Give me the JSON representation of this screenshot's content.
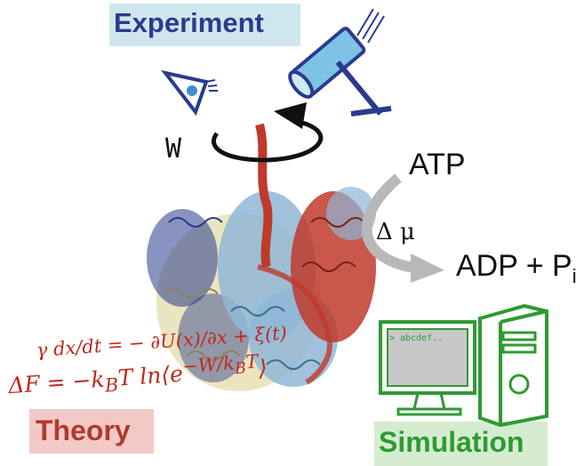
{
  "labels": {
    "experiment": "Experiment",
    "theory": "Theory",
    "simulation": "Simulation",
    "work": "W",
    "atp": "ATP",
    "delta_mu": "Δ μ",
    "adp": "ADP + P",
    "adp_sub": "i"
  },
  "equations": {
    "langevin": "γ dx/dt = − ∂U(x)/∂x + ξ(t)",
    "jarzynski": "ΔF = −k",
    "jarzynski_b": "B",
    "jarzynski_rest": "T ln⟨e",
    "jarzynski_exp": "−W/k",
    "jarzynski_exp_b": "B",
    "jarzynski_exp_t": "T",
    "jarzynski_end": "⟩"
  },
  "screen": {
    "prompt": "> abcdef.."
  },
  "colors": {
    "experiment": "#2a3b8f",
    "theory": "#c0281c",
    "simulation": "#2e9a32",
    "protein_red": "#c0392b",
    "protein_blue": "#8fb7d6",
    "protein_cream": "#e9e2b8",
    "protein_navy": "#283a8c",
    "arrow_gray": "#b8b8b8"
  },
  "icons": [
    "eye-icon",
    "microscope-icon",
    "rotation-arrow-icon",
    "computer-monitor-icon",
    "computer-tower-icon"
  ]
}
